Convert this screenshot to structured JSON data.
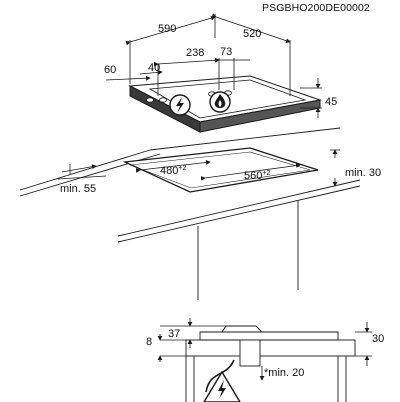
{
  "figure_code": "PSGBHO200DE00002",
  "top_view": {
    "width_label": "590",
    "depth_label": "520",
    "left_offset_label": "60",
    "burner_offset_label": "40",
    "knob_spacing_label": "238",
    "right_offset_label": "73",
    "height_label": "45"
  },
  "cutout": {
    "depth_label": "480",
    "depth_tolerance": "+2",
    "width_label": "560",
    "width_tolerance": "+2",
    "front_min_label": "min. 55",
    "back_min_label": "min. 30"
  },
  "section": {
    "left_small_label": "8",
    "top_thickness_label": "37",
    "right_label": "30",
    "clearance_label": "*min. 20"
  },
  "icons": {
    "electric_symbol": "lightning-bolt-icon",
    "gas_symbol": "gas-flame-icon",
    "warning_symbol": "electric-warning-icon"
  },
  "colors": {
    "line": "#1a1a1a",
    "hob_fill": "#3a3a3a",
    "worktop_fill": "#ffffff"
  }
}
